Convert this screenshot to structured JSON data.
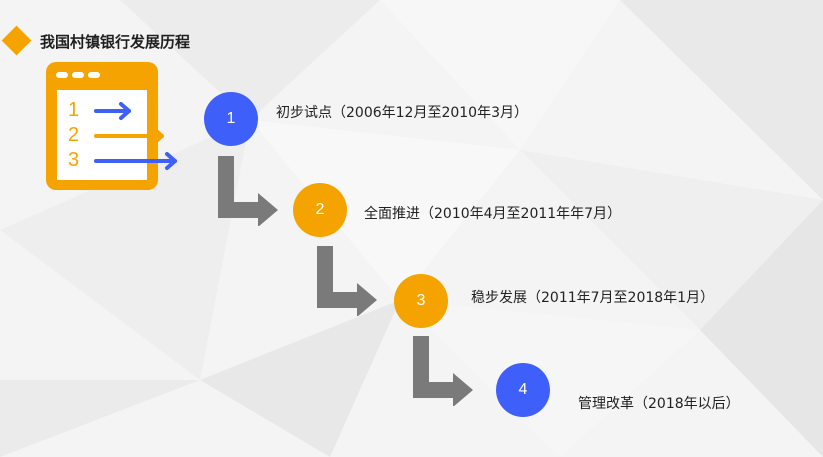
{
  "header": {
    "title": "我国村镇银行发展历程"
  },
  "doc_icon": {
    "lines": [
      "1",
      "2",
      "3"
    ]
  },
  "steps": [
    {
      "number": "4",
      "label": "管理改革（2018年以后）",
      "color": "#3f5ffb"
    },
    {
      "number": "3",
      "label": "稳步发展（2011年7月至2018年1月）",
      "color": "#f5a300"
    },
    {
      "number": "2",
      "label": "全面推进（2010年4月至2011年年7月）",
      "color": "#f5a300"
    },
    {
      "number": "1",
      "label": "初步试点（2006年12月至2010年3月）",
      "color": "#3f5ffb"
    }
  ],
  "colors": {
    "accent_orange": "#f5a300",
    "accent_blue": "#3f5ffb",
    "connector_gray": "#7a7a7a"
  }
}
